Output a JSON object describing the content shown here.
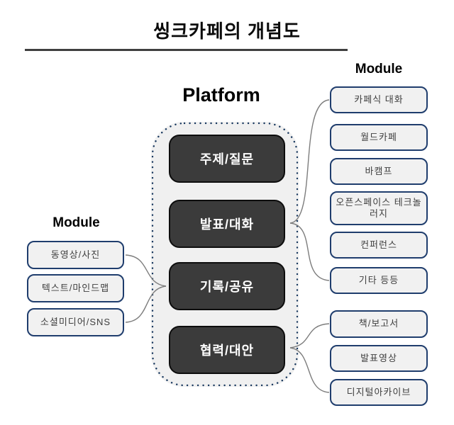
{
  "title": "씽크카페의 개념도",
  "platform": {
    "label": "Platform",
    "boxes": [
      "주제/질문",
      "발표/대화",
      "기록/공유",
      "협력/대안"
    ]
  },
  "left_module": {
    "label": "Module",
    "items": [
      "동영상/사진",
      "텍스트/마인드맵",
      "소셜미디어/SNS"
    ]
  },
  "right_module": {
    "label": "Module",
    "items": [
      "카페식 대화",
      "월드카페",
      "바캠프",
      "오픈스페이스 테크놀러지",
      "컨퍼런스",
      "기타 등등"
    ]
  },
  "output_module": {
    "items": [
      "책/보고서",
      "발표영상",
      "디지털아카이브"
    ]
  },
  "colors": {
    "platform_box_fill": "#3b3b3b",
    "platform_container_fill": "#f0f0f0",
    "dotted_border": "#17375e",
    "module_box_border": "#1f3d6d",
    "module_box_fill": "#f1f1f1",
    "connector_line": "#7d7d7d",
    "divider": "#3f3f3f"
  }
}
